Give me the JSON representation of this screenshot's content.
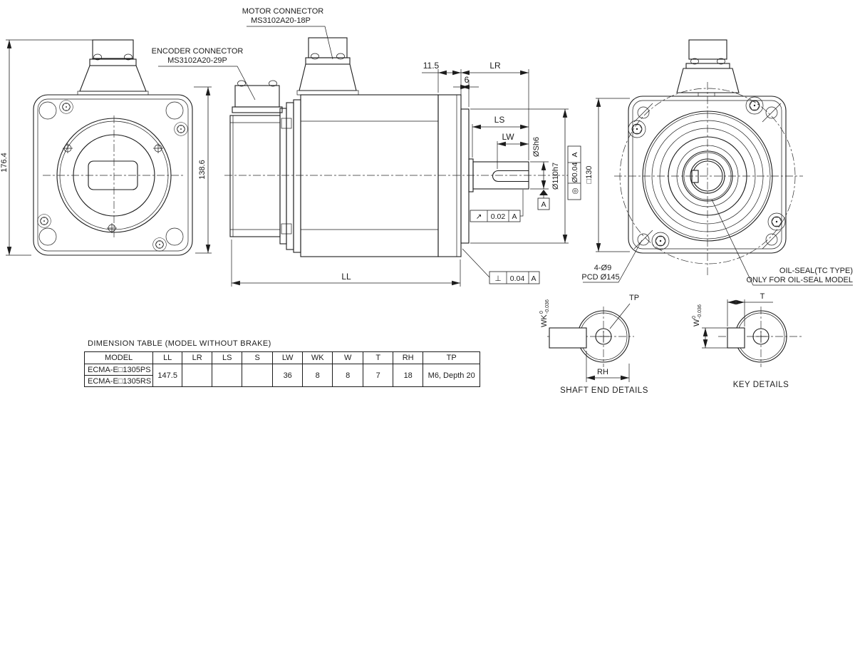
{
  "connector_labels": {
    "motor_line1": "MOTOR CONNECTOR",
    "motor_line2": "MS3102A20-18P",
    "encoder_line1": "ENCODER CONNECTOR",
    "encoder_line2": "MS3102A20-29P"
  },
  "rear_view": {
    "dim_total_height": "176.4",
    "dim_connector_height": "138.6"
  },
  "side_view": {
    "dim_flange_thickness": "11.5",
    "dim_lr": "LR",
    "dim_pilot_depth": "6",
    "dim_ls": "LS",
    "dim_lw": "LW",
    "dim_ll": "LL",
    "shaft_diameter": "ØSh6",
    "pilot_diameter": "Ø110h7",
    "runout": {
      "symbol": "↗",
      "value": "0.02",
      "datum": "A"
    },
    "perpendicularity": {
      "symbol": "⊥",
      "value": "0.04",
      "datum": "A"
    },
    "concentricity": {
      "symbol": "◎",
      "value": "Ø0.04",
      "datum": "A"
    },
    "datum_flag": "A"
  },
  "front_view": {
    "dim_square": "□130",
    "holes_line1": "4-Ø9",
    "holes_line2": "PCD Ø145",
    "oil_seal_line1": "OIL-SEAL(TC TYPE)",
    "oil_seal_line2": "ONLY FOR OIL-SEAL MODEL"
  },
  "shaft_end_detail": {
    "caption": "SHAFT END DETAILS",
    "label_tp": "TP",
    "label_rh": "RH",
    "label_wk": "WK",
    "wk_tol_upper": "0",
    "wk_tol_lower": "-0.036"
  },
  "key_detail": {
    "caption": "KEY DETAILS",
    "label_t": "T",
    "label_w": "W",
    "w_tol_upper": "0",
    "w_tol_lower": "-0.036"
  },
  "dimension_table": {
    "title": "DIMENSION TABLE (MODEL WITHOUT BRAKE)",
    "headers": [
      "MODEL",
      "LL",
      "LR",
      "LS",
      "S",
      "LW",
      "WK",
      "W",
      "T",
      "RH",
      "TP"
    ],
    "models": [
      "ECMA-E□1305PS",
      "ECMA-E□1305RS"
    ],
    "values": {
      "LL": "147.5",
      "LR": "",
      "LS": "",
      "S": "",
      "LW": "36",
      "WK": "8",
      "W": "8",
      "T": "7",
      "RH": "18",
      "TP": "M6, Depth 20"
    }
  }
}
